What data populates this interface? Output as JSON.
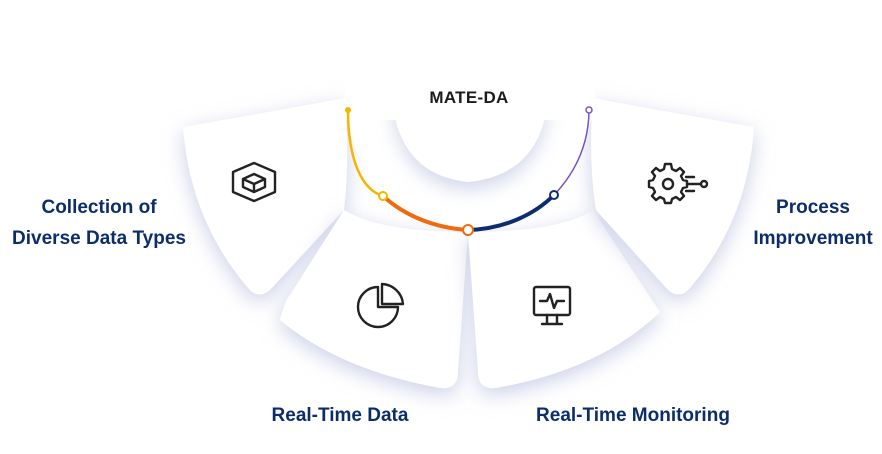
{
  "center": {
    "title": "MATE-DA"
  },
  "segments": [
    {
      "id": "collection",
      "label_lines": [
        "Collection of",
        "Diverse Data Types"
      ],
      "icon": "box-icon"
    },
    {
      "id": "realtime-data",
      "label_lines": [
        "Real-Time Data"
      ],
      "icon": "pie-chart-icon"
    },
    {
      "id": "realtime-monitoring",
      "label_lines": [
        "Real-Time Monitoring"
      ],
      "icon": "monitor-pulse-icon"
    },
    {
      "id": "process",
      "label_lines": [
        "Process",
        "Improvement"
      ],
      "icon": "gear-icon"
    }
  ],
  "colors": {
    "label": "#0b2e6b",
    "title": "#1b1b1b",
    "arc_yellow": "#f6b500",
    "arc_orange": "#f06a0f",
    "arc_navy": "#0d2d6e",
    "arc_purple": "#7b4fc9",
    "icon": "#222222",
    "card_shadow": "#c7cbe6"
  }
}
